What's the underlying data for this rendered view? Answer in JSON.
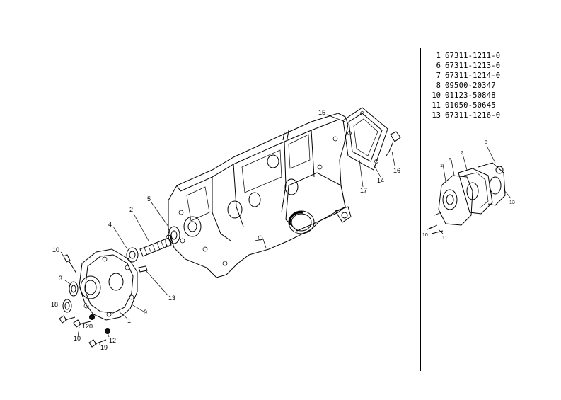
{
  "parts_list": [
    {
      "no": "1",
      "part_number": "67311-1211-0"
    },
    {
      "no": "6",
      "part_number": "67311-1213-0"
    },
    {
      "no": "7",
      "part_number": "67311-1214-0"
    },
    {
      "no": "8",
      "part_number": "09500-20347"
    },
    {
      "no": "10",
      "part_number": "01123-50848"
    },
    {
      "no": "11",
      "part_number": "01050-50645"
    },
    {
      "no": "13",
      "part_number": "67311-1216-0"
    }
  ],
  "callouts": {
    "main": {
      "c15": "15",
      "c16": "16",
      "c17": "17",
      "c14": "14",
      "c2": "2",
      "c5": "5",
      "c4": "4",
      "c10a": "10",
      "c3": "3",
      "c18": "18",
      "c13": "13",
      "c9": "9",
      "c1": "1",
      "c120": "120",
      "c10b": "10",
      "c12": "12",
      "c19": "19"
    },
    "inset": {
      "c8": "8",
      "c7": "7",
      "c6": "6",
      "c1": "1",
      "c13": "13",
      "c10": "10",
      "c11": "11"
    }
  }
}
